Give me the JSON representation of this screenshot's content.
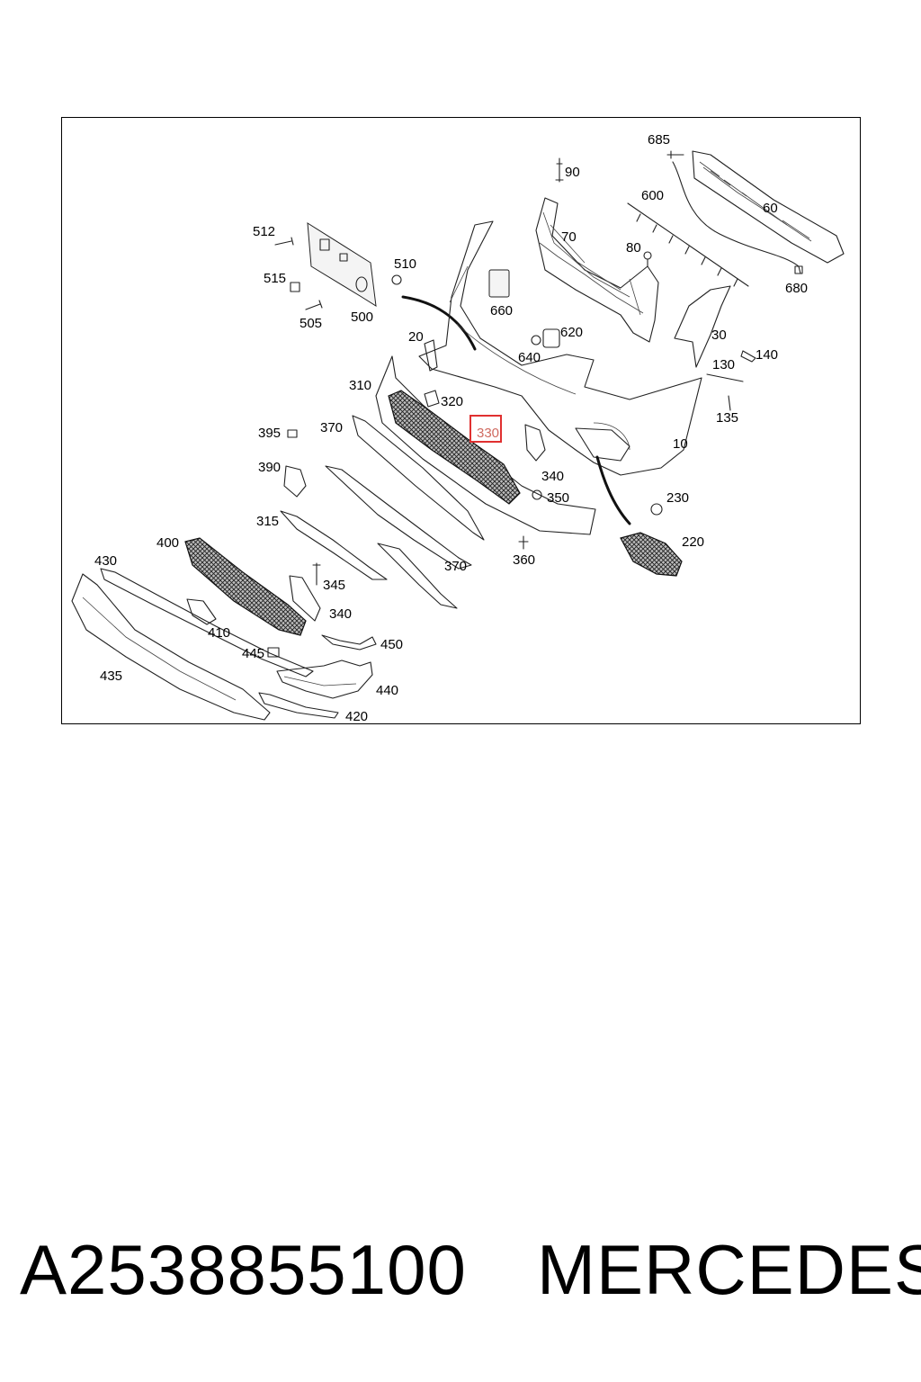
{
  "diagram": {
    "callouts": [
      "685",
      "90",
      "600",
      "60",
      "70",
      "80",
      "512",
      "510",
      "515",
      "500",
      "505",
      "660",
      "680",
      "20",
      "620",
      "30",
      "640",
      "140",
      "130",
      "310",
      "320",
      "330",
      "135",
      "395",
      "370",
      "10",
      "390",
      "340",
      "350",
      "230",
      "315",
      "220",
      "360",
      "400",
      "370",
      "430",
      "345",
      "340",
      "410",
      "450",
      "445",
      "435",
      "440",
      "420"
    ],
    "highlighted_part": "330"
  },
  "footer": {
    "part_number": "A2538855100",
    "brand": "MERCEDES"
  },
  "colors": {
    "highlight": "#e03030",
    "line": "#222222"
  }
}
